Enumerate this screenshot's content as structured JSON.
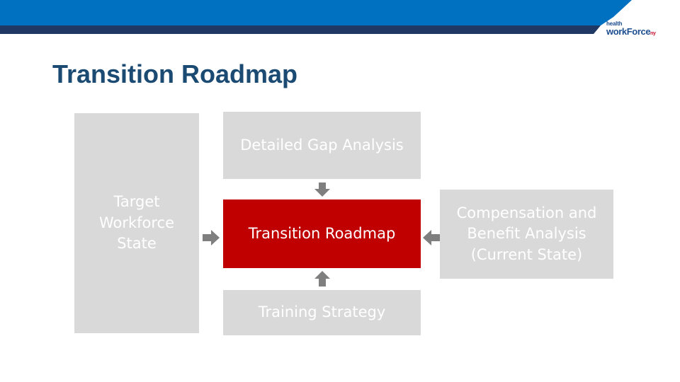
{
  "header": {
    "colors": {
      "band_blue": "#0070c0",
      "band_navy": "#1f3864"
    },
    "logo": {
      "small": "health",
      "main": "workForce",
      "suffix": "ny"
    }
  },
  "title": "Transition Roadmap",
  "diagram": {
    "boxes": {
      "target": "Target Workforce State",
      "gap": "Detailed Gap Analysis",
      "roadmap": "Transition Roadmap",
      "training": "Training Strategy",
      "compensation": "Compensation and Benefit Analysis (Current State)"
    },
    "colors": {
      "box_gray": "#d9d9d9",
      "box_highlight": "#c00000",
      "arrow_gray": "#7f7f7f"
    }
  }
}
